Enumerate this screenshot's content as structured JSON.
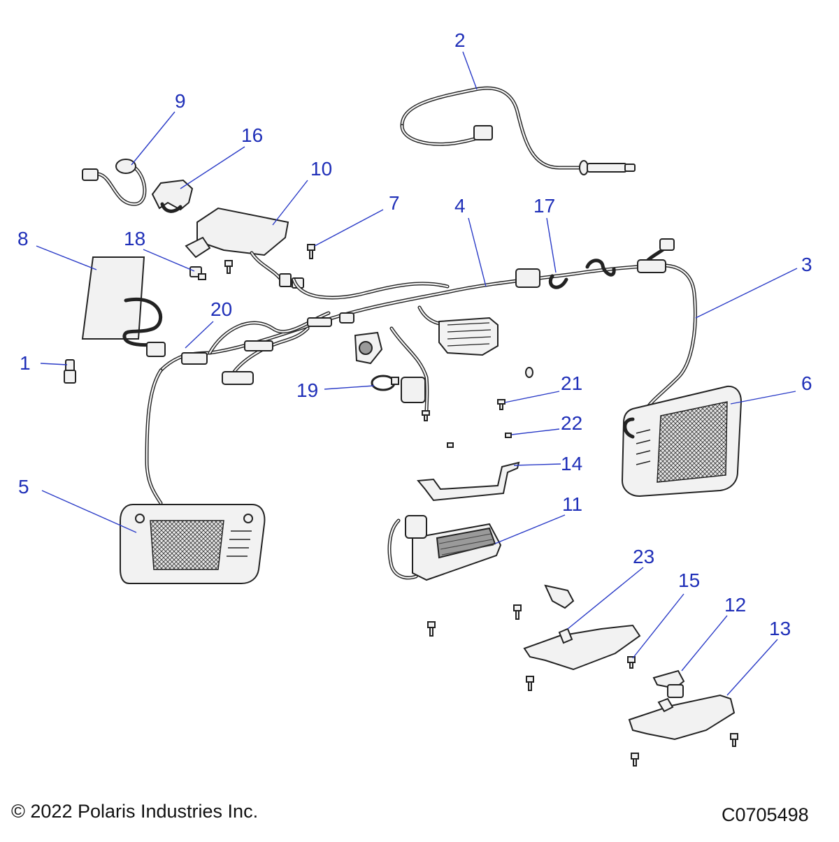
{
  "diagram": {
    "callouts": [
      "1",
      "2",
      "3",
      "4",
      "5",
      "6",
      "7",
      "8",
      "9",
      "10",
      "11",
      "12",
      "13",
      "14",
      "15",
      "16",
      "17",
      "18",
      "19",
      "20",
      "21",
      "22",
      "23"
    ],
    "copyright": "© 2022 Polaris Industries Inc.",
    "figure_code": "C0705498",
    "colors": {
      "callout": "#1f2fb8",
      "leader": "#2a3bc7",
      "outline": "#222222",
      "part_fill": "#f2f2f2"
    }
  }
}
